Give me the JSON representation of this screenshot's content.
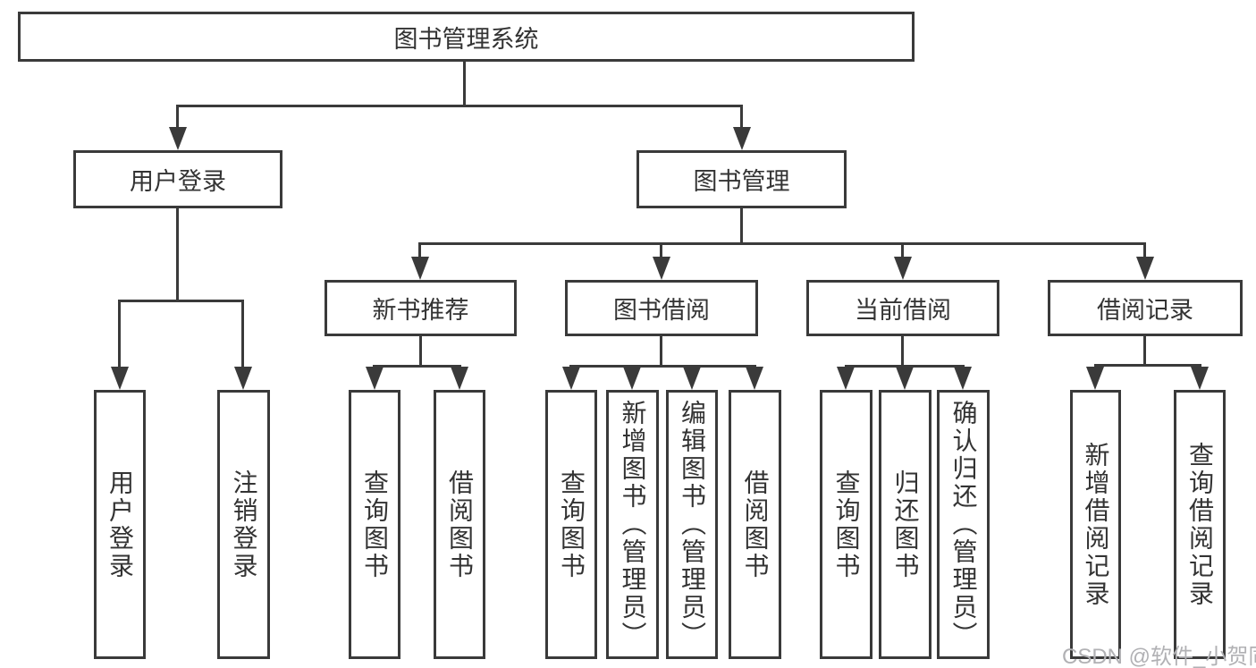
{
  "tree": {
    "label": "图书管理系统",
    "children": [
      {
        "label": "用户登录",
        "children": [
          {
            "label": "用户登录"
          },
          {
            "label": "注销登录"
          }
        ]
      },
      {
        "label": "图书管理",
        "children": [
          {
            "label": "新书推荐",
            "children": [
              {
                "label": "查询图书"
              },
              {
                "label": "借阅图书"
              }
            ]
          },
          {
            "label": "图书借阅",
            "children": [
              {
                "label": "查询图书"
              },
              {
                "label": "新增图书（管理员）"
              },
              {
                "label": "编辑图书（管理员）"
              },
              {
                "label": "借阅图书"
              }
            ]
          },
          {
            "label": "当前借阅",
            "children": [
              {
                "label": "查询图书"
              },
              {
                "label": "归还图书"
              },
              {
                "label": "确认归还（管理员）"
              }
            ]
          },
          {
            "label": "借阅记录",
            "children": [
              {
                "label": "新增借阅记录"
              },
              {
                "label": "查询借阅记录"
              }
            ]
          }
        ]
      }
    ]
  },
  "watermark": "CSDN @软件_小贺同学",
  "colors": {
    "line": "#3a3a3a",
    "text": "#333333",
    "box_bg": "#ffffff",
    "watermark": "#b1b1b4",
    "background": "#ffffff"
  }
}
